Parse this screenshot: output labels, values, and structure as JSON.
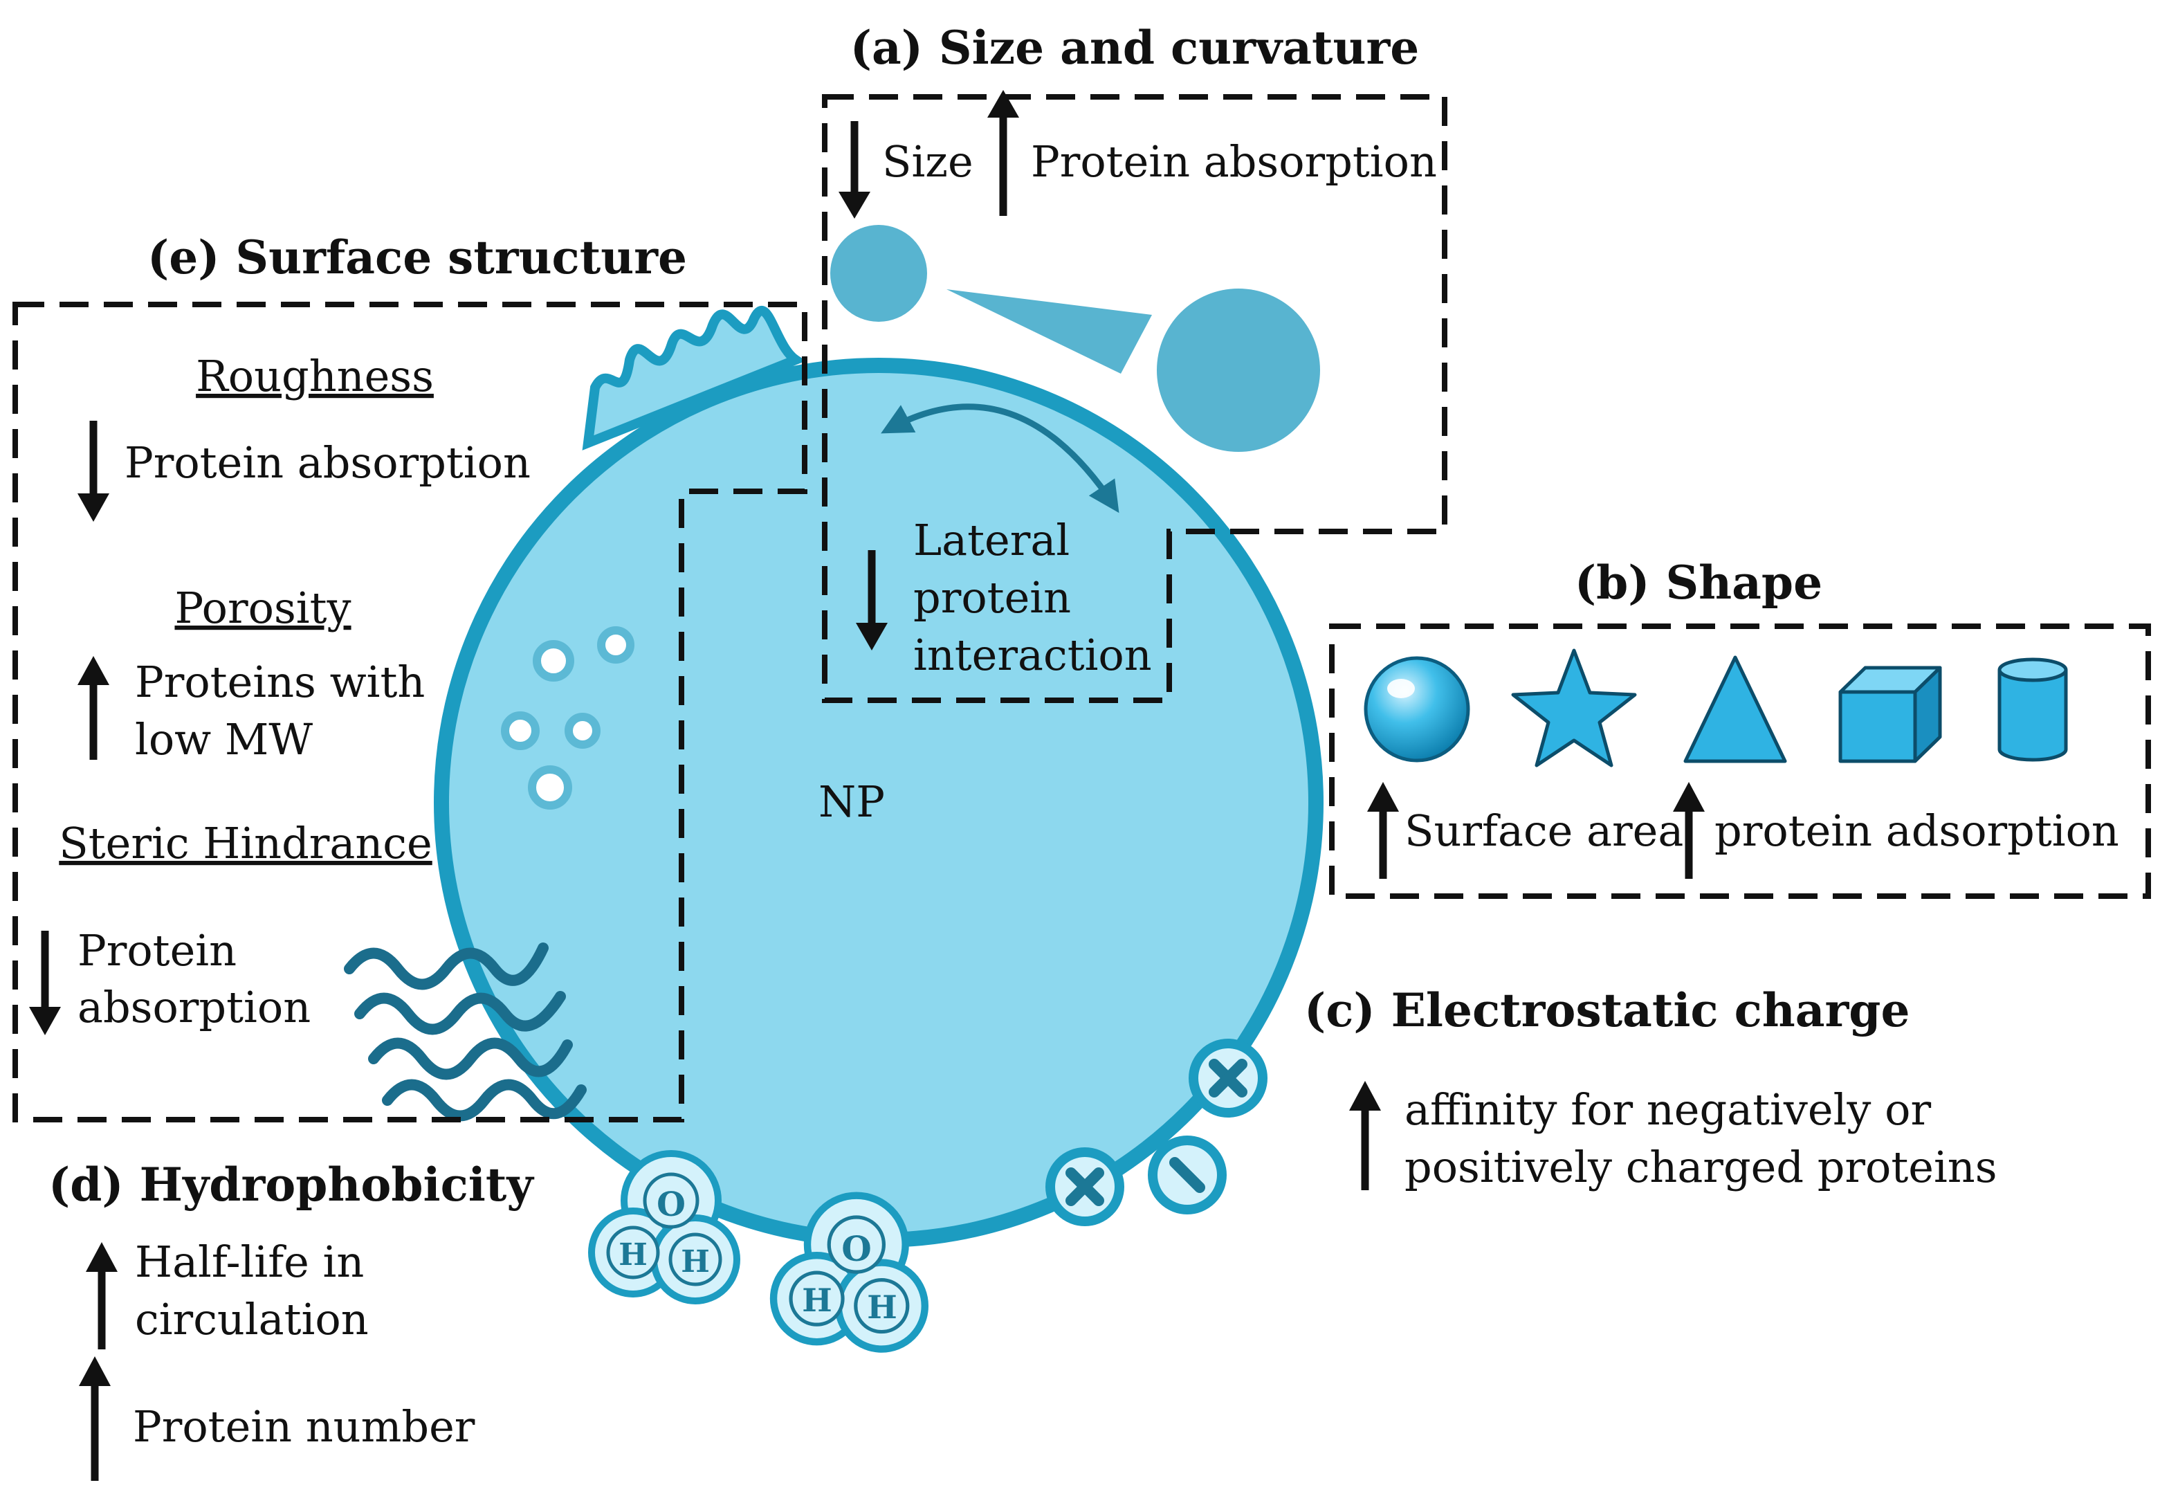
{
  "colors": {
    "particle": "#8dd8ee",
    "particle_edge": "#1c9cc1",
    "small_shape": "#58b4d0",
    "shape_fill": "#2fb3e3",
    "text": "#111111"
  },
  "center_label": "NP",
  "size_curvature": {
    "title": "(a) Size and curvature",
    "size": "Size",
    "protein": "Protein absorption",
    "lateral_1": "Lateral",
    "lateral_2": "protein",
    "lateral_3": "interaction"
  },
  "shape": {
    "title": "(b) Shape",
    "icons": [
      "sphere-icon",
      "star-icon",
      "triangle-icon",
      "cube-icon",
      "cylinder-icon"
    ],
    "surface": "Surface area",
    "adsorption": "protein adsorption"
  },
  "electrostatic": {
    "title": "(c) Electrostatic charge",
    "line_1": "affinity for negatively or",
    "line_2": "positively charged proteins"
  },
  "hydrophobicity": {
    "title": "(d) Hydrophobicity",
    "half_life_1": "Half-life in",
    "half_life_2": "circulation",
    "protein_number": "Protein number",
    "water_atoms": [
      "O",
      "H",
      "H"
    ]
  },
  "surface_structure": {
    "title": "(e) Surface structure",
    "roughness": "Roughness",
    "roughness_effect": "Protein absorption",
    "porosity": "Porosity",
    "porosity_1": "Proteins with",
    "porosity_2": "low MW",
    "steric": "Steric Hindrance",
    "steric_1": "Protein",
    "steric_2": "absorption"
  }
}
